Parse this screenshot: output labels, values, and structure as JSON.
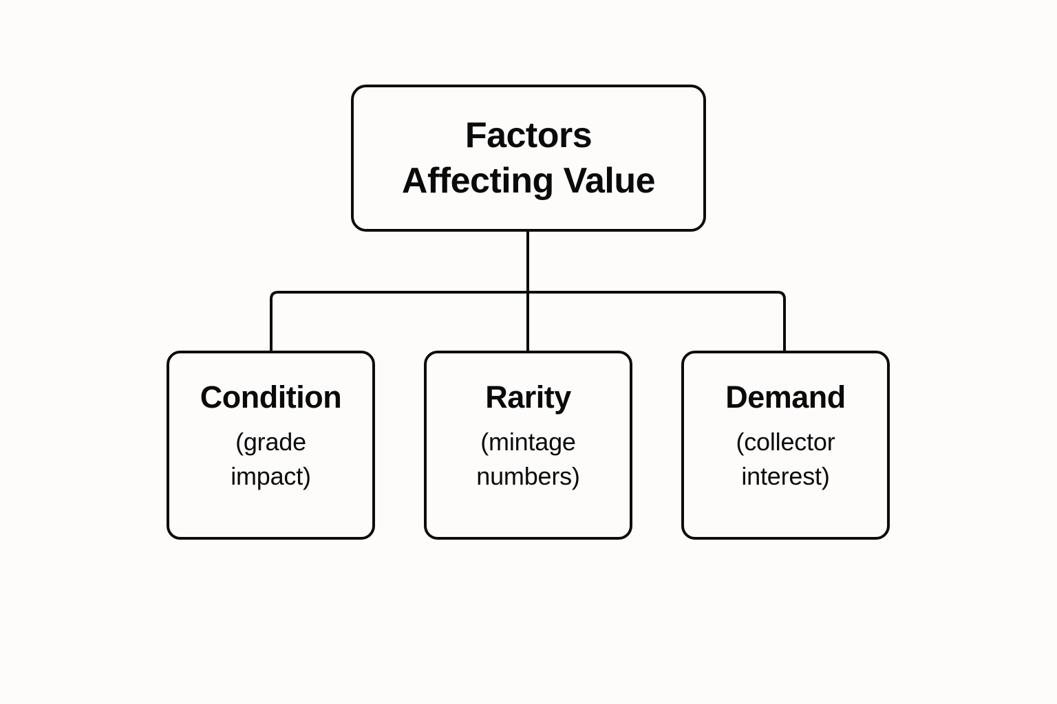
{
  "diagram": {
    "type": "hierarchy-tree",
    "background_color": "#fdfcfb",
    "line_color": "#0c0c0c",
    "text_color": "#0a0a0a",
    "root": {
      "title": "Factors\nAffecting Value"
    },
    "children": [
      {
        "title": "Condition",
        "subtitle": "(grade\nimpact)"
      },
      {
        "title": "Rarity",
        "subtitle": "(mintage\nnumbers)"
      },
      {
        "title": "Demand",
        "subtitle": "(collector\ninterest)"
      }
    ]
  }
}
